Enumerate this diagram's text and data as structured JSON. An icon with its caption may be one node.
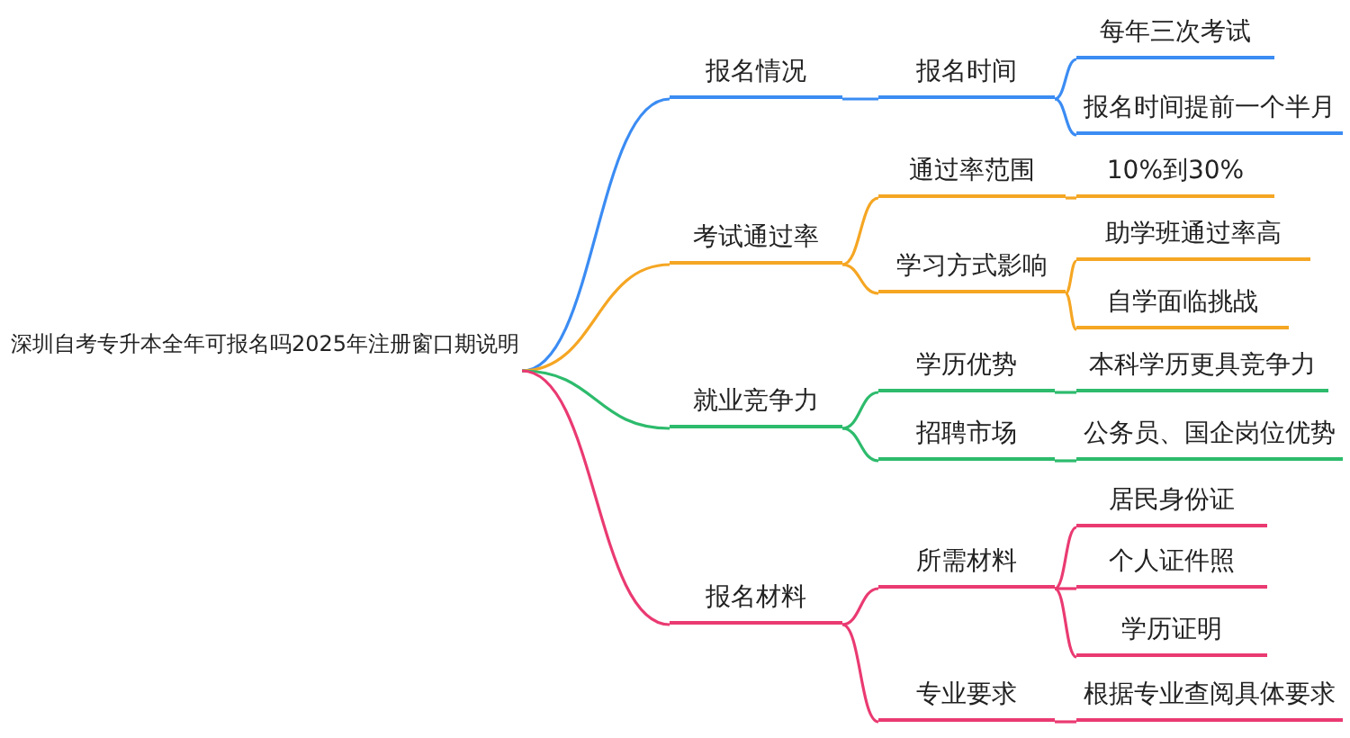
{
  "diagram": {
    "nodes": [
      {
        "text": [
          "深圳自考专升本全年可报名吗2025年注册窗口期说明"
        ]
      },
      {
        "text": [
          "报名情况"
        ]
      },
      {
        "text": [
          "报名时间"
        ]
      },
      {
        "text": [
          "每年三次考试"
        ]
      },
      {
        "text": [
          "报名时间提前一个半月"
        ]
      },
      {
        "text": [
          "考试通过率"
        ]
      },
      {
        "text": [
          "通过率范围"
        ]
      },
      {
        "text": [
          "10%到30%"
        ]
      },
      {
        "text": [
          "学习方式影响"
        ]
      },
      {
        "text": [
          "助学班通过率高"
        ]
      },
      {
        "text": [
          "自学面临挑战"
        ]
      },
      {
        "text": [
          "就业竞争力"
        ]
      },
      {
        "text": [
          "学历优势"
        ]
      },
      {
        "text": [
          "本科学历更具竞争力"
        ]
      },
      {
        "text": [
          "招聘市场"
        ]
      },
      {
        "text": [
          "公务员、国企岗位优势"
        ]
      },
      {
        "text": [
          "报名材料"
        ]
      },
      {
        "text": [
          "所需材料"
        ]
      },
      {
        "text": [
          "居民身份证"
        ]
      },
      {
        "text": [
          "个人证件照"
        ]
      },
      {
        "text": [
          "学历证明"
        ]
      },
      {
        "text": [
          "专业要求"
        ]
      },
      {
        "text": [
          "根据专业查阅具体要求"
        ]
      }
    ],
    "edges": [
      {
        "from": 0,
        "to": 1,
        "arrow": "none",
        "color": "#3b8cf3"
      },
      {
        "from": 1,
        "to": 2,
        "arrow": "none",
        "color": "#3b8cf3"
      },
      {
        "from": 2,
        "to": 3,
        "arrow": "none",
        "color": "#3b8cf3"
      },
      {
        "from": 2,
        "to": 4,
        "arrow": "none",
        "color": "#3b8cf3"
      },
      {
        "from": 0,
        "to": 5,
        "arrow": "none",
        "color": "#f5a623"
      },
      {
        "from": 5,
        "to": 6,
        "arrow": "none",
        "color": "#f5a623"
      },
      {
        "from": 6,
        "to": 7,
        "arrow": "none",
        "color": "#f5a623"
      },
      {
        "from": 5,
        "to": 8,
        "arrow": "none",
        "color": "#f5a623"
      },
      {
        "from": 8,
        "to": 9,
        "arrow": "none",
        "color": "#f5a623"
      },
      {
        "from": 8,
        "to": 10,
        "arrow": "none",
        "color": "#f5a623"
      },
      {
        "from": 0,
        "to": 11,
        "arrow": "none",
        "color": "#2dbb6c"
      },
      {
        "from": 11,
        "to": 12,
        "arrow": "none",
        "color": "#2dbb6c"
      },
      {
        "from": 12,
        "to": 13,
        "arrow": "none",
        "color": "#2dbb6c"
      },
      {
        "from": 11,
        "to": 14,
        "arrow": "none",
        "color": "#2dbb6c"
      },
      {
        "from": 14,
        "to": 15,
        "arrow": "none",
        "color": "#2dbb6c"
      },
      {
        "from": 0,
        "to": 16,
        "arrow": "none",
        "color": "#ea3a72"
      },
      {
        "from": 16,
        "to": 17,
        "arrow": "none",
        "color": "#ea3a72"
      },
      {
        "from": 17,
        "to": 18,
        "arrow": "none",
        "color": "#ea3a72"
      },
      {
        "from": 17,
        "to": 19,
        "arrow": "none",
        "color": "#ea3a72"
      },
      {
        "from": 17,
        "to": 20,
        "arrow": "none",
        "color": "#ea3a72"
      },
      {
        "from": 16,
        "to": 21,
        "arrow": "none",
        "color": "#ea3a72"
      },
      {
        "from": 21,
        "to": 22,
        "arrow": "none",
        "color": "#ea3a72"
      }
    ]
  }
}
